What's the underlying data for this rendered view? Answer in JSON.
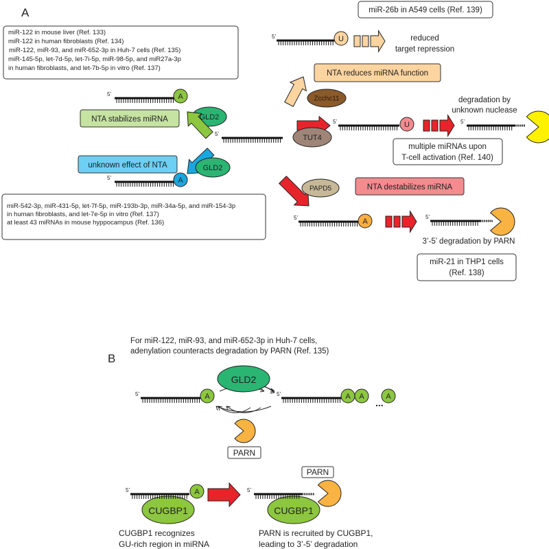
{
  "panel_a": {
    "label": "A",
    "ref_box_stabilize": [
      "miR-122 in mouse liver (Ref. 133)",
      "miR-122 in human fibroblasts (Ref. 134)",
      "miR-122, miR-93, and miR-652-3p in Huh-7 cells (Ref. 135)",
      "miR-145-5p, let-7d-5p, let-7i-5p, miR-98-5p, and miR27a-3p",
      "in human fibroblasts, and let-7b-5p in vitro (Ref. 137)"
    ],
    "ref_box_unknown": [
      "miR-542-3p, miR-431-5p, let-7f-5p, miR-193b-3p, miR-34a-5p, and miR-154-3p",
      "in human fibroblasts, and let-7e-5p in vitro (Ref. 137)",
      "at least 43 miRNAs in mouse hyppocampus (Ref. 136)"
    ],
    "ref_box_reduce": "miR-26b in A549 cells (Ref. 139)",
    "ref_box_tcell": [
      "multiple miRNAs upon",
      "T-cell activation (Ref. 140)"
    ],
    "ref_box_thp1": [
      "miR-21 in THP1 cells",
      "(Ref. 138)"
    ],
    "label_stabilizes": "NTA stabilizes miRNA",
    "label_unknown": "unknown effect of NTA",
    "label_reduces": "NTA reduces miRNA function",
    "label_destabilizes": "NTA destabilizes miRNA",
    "reduced_target": [
      "reduced",
      "target repression"
    ],
    "degradation_unknown": [
      "degradation by",
      "unknown nuclease"
    ],
    "degradation_parn": "3’-5’ degradation by PARN",
    "proteins": {
      "gld2": "GLD2",
      "zcchc11": "Zcchc11",
      "tut4": "TUT4",
      "papd5": "PAPD5"
    },
    "five_prime": "5’",
    "nucleotides": {
      "a": "A",
      "u": "U"
    }
  },
  "panel_b": {
    "label": "B",
    "caption": [
      "For miR-122, miR-93, and miR-652-3p in Huh-7 cells,",
      "adenylation counteracts degradation by PARN (Ref. 135)"
    ],
    "proteins": {
      "gld2": "GLD2",
      "parn": "PARN",
      "cugbp1": "CUGBP1"
    },
    "ellipsis": "...",
    "caption_left": [
      "CUGBP1 recognizes",
      "GU-rich region in miRNA"
    ],
    "caption_right": [
      "PARN is recruited by CUGBP1,",
      "leading to 3’-5’ degradation"
    ]
  },
  "colors": {
    "green_box": "#c6e3a1",
    "blue_box": "#6ccff4",
    "beige_box": "#fcd4a0",
    "red_box": "#f48b8f",
    "gld2": "#2bb573",
    "a_green": "#8dc63f",
    "a_blue": "#1aa7e0",
    "a_orange": "#f9ae3f",
    "u_beige": "#fcd4a0",
    "u_pink": "#f48b8f",
    "zcchc11": "#8b5a2b",
    "tut4": "#9e8578",
    "papd5": "#c7b997",
    "red_arrow": "#e8242b",
    "parn": "#f9b342",
    "nuclease": "#fff200"
  }
}
